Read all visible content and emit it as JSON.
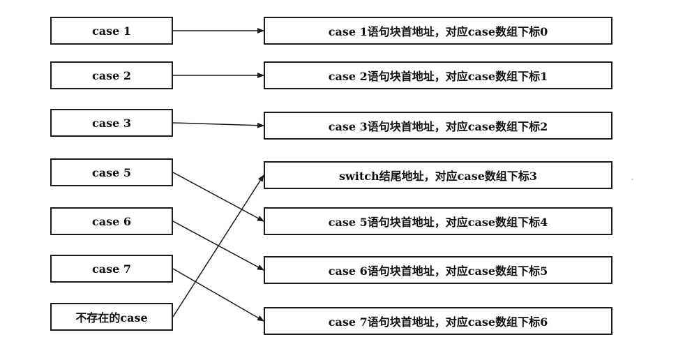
{
  "diagram": {
    "left_labels": [
      "case 1",
      "case 2",
      "case 3",
      "case 5",
      "case 6",
      "case 7",
      "不存在的case"
    ],
    "right_labels": [
      "case 1语句块首地址，对应case数组下标0",
      "case 2语句块首地址，对应case数组下标1",
      "case 3语句块首地址，对应case数组下标2",
      "switch结尾地址，对应case数组下标3",
      "case 5语句块首地址，对应case数组下标4",
      "case 6语句块首地址，对应case数组下标5",
      "case 7语句块首地址，对应case数组下标6"
    ],
    "links": [
      {
        "from": 0,
        "to": 0
      },
      {
        "from": 1,
        "to": 1
      },
      {
        "from": 2,
        "to": 2
      },
      {
        "from": 3,
        "to": 4
      },
      {
        "from": 4,
        "to": 5
      },
      {
        "from": 5,
        "to": 6
      },
      {
        "from": 6,
        "to": 3
      }
    ],
    "line_color": "#1a1a1a"
  }
}
